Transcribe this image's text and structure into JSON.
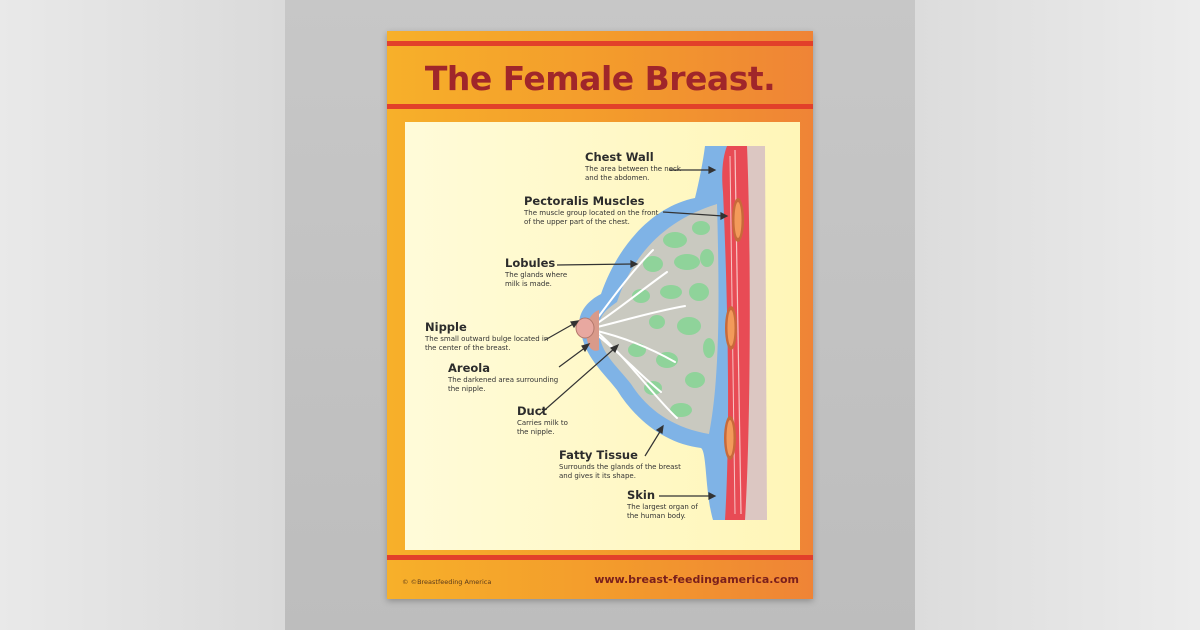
{
  "poster": {
    "title": "The Female Breast.",
    "copyright": "© ©Breastfeeding America",
    "website": "www.breast-feedingamerica.com"
  },
  "labels": [
    {
      "key": "chest_wall",
      "title": "Chest Wall",
      "desc": "The area between the neck and the abdomen."
    },
    {
      "key": "pectoralis",
      "title": "Pectoralis Muscles",
      "desc": "The muscle group located on the front of the upper part of the chest."
    },
    {
      "key": "lobules",
      "title": "Lobules",
      "desc": "The glands where milk is made."
    },
    {
      "key": "nipple",
      "title": "Nipple",
      "desc": "The small outward bulge located in the center of the breast."
    },
    {
      "key": "areola",
      "title": "Areola",
      "desc": "The darkened area surrounding the nipple."
    },
    {
      "key": "duct",
      "title": "Duct",
      "desc": "Carries milk to the nipple."
    },
    {
      "key": "fatty_tissue",
      "title": "Fatty Tissue",
      "desc": "Surrounds the glands of the breast and gives it its shape."
    },
    {
      "key": "skin",
      "title": "Skin",
      "desc": "The largest organ of the human body."
    }
  ],
  "colors": {
    "poster_orange": "#f39a2c",
    "band_red": "#e2402a",
    "title_red": "#a0262a",
    "panel_yellow": "#fff6b8",
    "skin_blue": "#7fb3e6",
    "muscle_red": "#e84b55",
    "chest_wall_gray": "#dcc7c2",
    "lobule_green": "#8fd39a",
    "tissue_gray": "#c9c9c0",
    "nipple_pink": "#e8a8a0"
  }
}
